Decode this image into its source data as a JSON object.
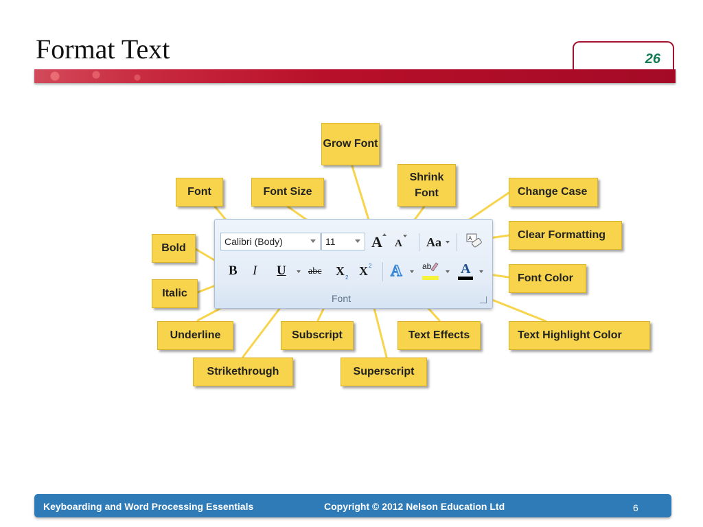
{
  "slide": {
    "title": "Format Text",
    "page_badge": "26",
    "slide_number": "6",
    "footer_left": "Keyboarding and Word Processing  Essentials",
    "footer_center": "Copyright © 2012 Nelson Education Ltd"
  },
  "ribbon": {
    "font_value": "Calibri (Body)",
    "size_value": "11",
    "group_label": "Font",
    "buttons": {
      "grow_font": "A",
      "shrink_font": "A",
      "change_case": "Aa",
      "bold": "B",
      "italic": "I",
      "underline": "U",
      "strikethrough": "abc",
      "subscript": "X",
      "superscript": "X",
      "text_effects": "A",
      "highlight": "ab",
      "font_color": "A"
    }
  },
  "callouts": {
    "grow_font": "Grow Font",
    "shrink_font": "Shrink Font",
    "font": "Font",
    "font_size": "Font Size",
    "change_case": "Change Case",
    "clear_formatting": "Clear Formatting",
    "bold": "Bold",
    "font_color": "Font Color",
    "italic": "Italic",
    "underline": "Underline",
    "subscript": "Subscript",
    "text_effects": "Text Effects",
    "text_highlight_color": "Text Highlight Color",
    "strikethrough": "Strikethrough",
    "superscript": "Superscript"
  },
  "colors": {
    "callout_fill": "#f7d44c",
    "title_bar": "#b8102a",
    "badge_text": "#127a53",
    "footer": "#2e7bb7",
    "highlight": "#f5f23a",
    "font_color_bar": "#000000"
  }
}
